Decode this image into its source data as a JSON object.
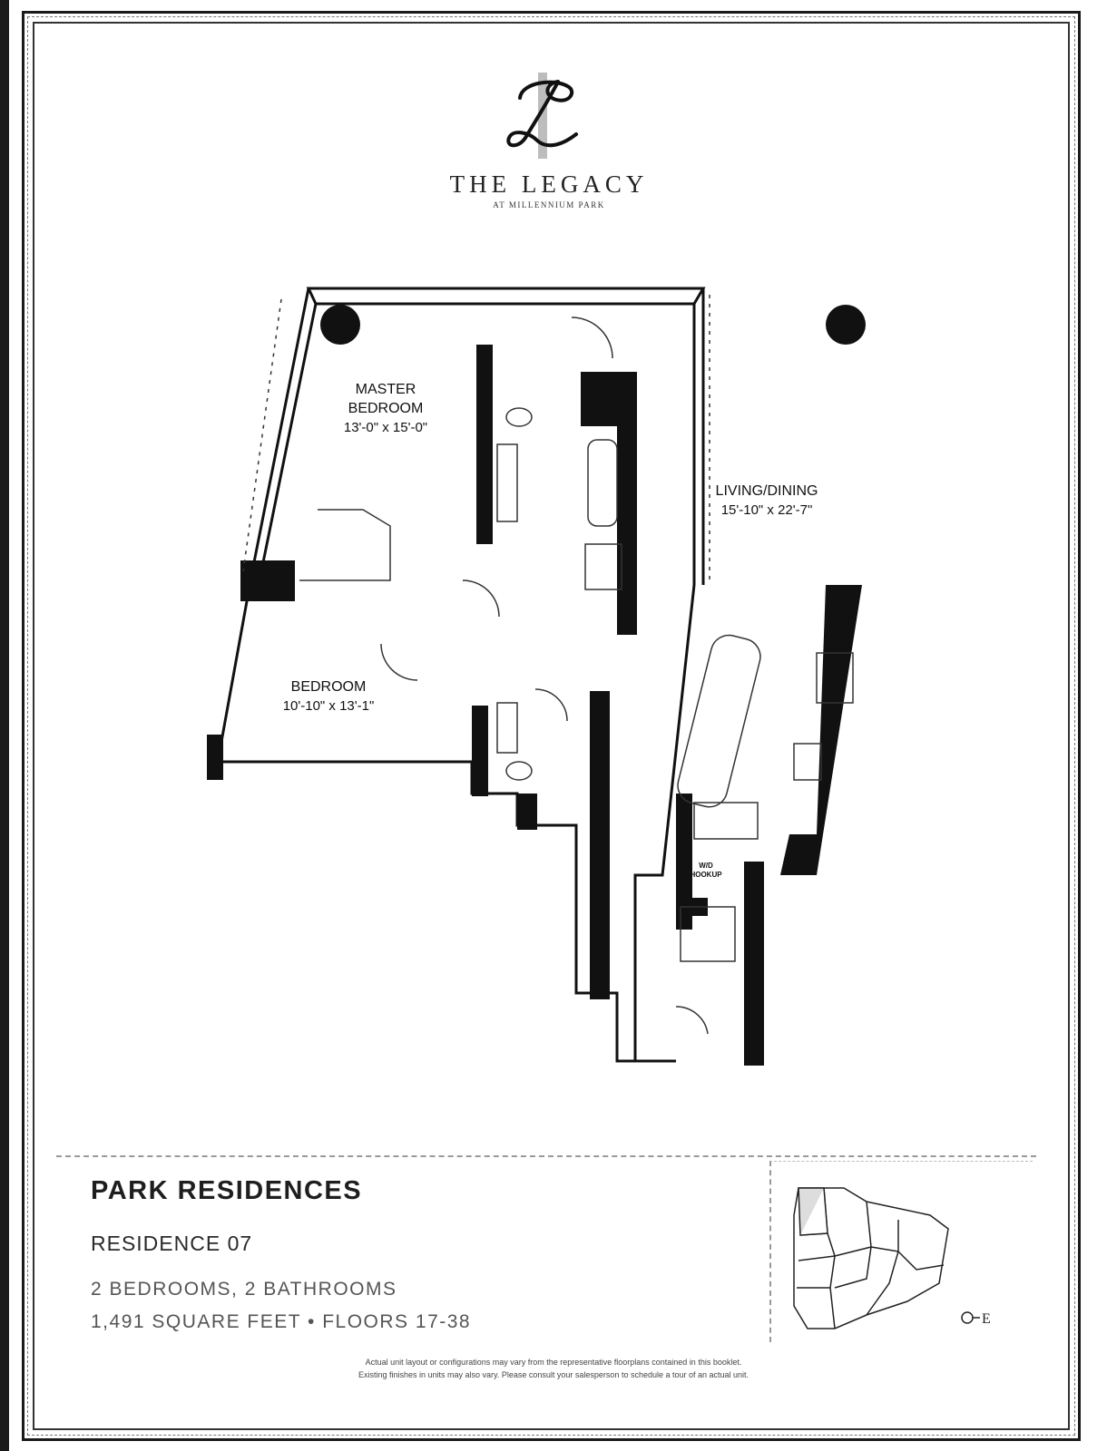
{
  "brand": {
    "name": "THE LEGACY",
    "subtitle": "AT MILLENNIUM PARK"
  },
  "rooms": {
    "master": {
      "name_line1": "MASTER",
      "name_line2": "BEDROOM",
      "dims": "13'-0\" x 15'-0\""
    },
    "living": {
      "name": "LIVING/DINING",
      "dims": "15'-10\" x 22'-7\""
    },
    "bedroom": {
      "name": "BEDROOM",
      "dims": "10'-10\" x 13'-1\""
    },
    "wd": {
      "line1": "W/D",
      "line2": "HOOKUP"
    }
  },
  "info": {
    "title": "PARK RESIDENCES",
    "residence": "RESIDENCE 07",
    "bedrooms_baths": "2 BEDROOMS, 2 BATHROOMS",
    "sqft_floors": "1,491 SQUARE FEET • FLOORS 17-38"
  },
  "keyplan": {
    "compass": "E"
  },
  "disclaimer": {
    "line1": "Actual unit layout or configurations may vary from the representative floorplans contained in this booklet.",
    "line2": "Existing finishes in units may also vary. Please consult your salesperson to schedule a tour of an actual unit."
  },
  "colors": {
    "ink": "#111111",
    "frame": "#1a1a1a"
  }
}
